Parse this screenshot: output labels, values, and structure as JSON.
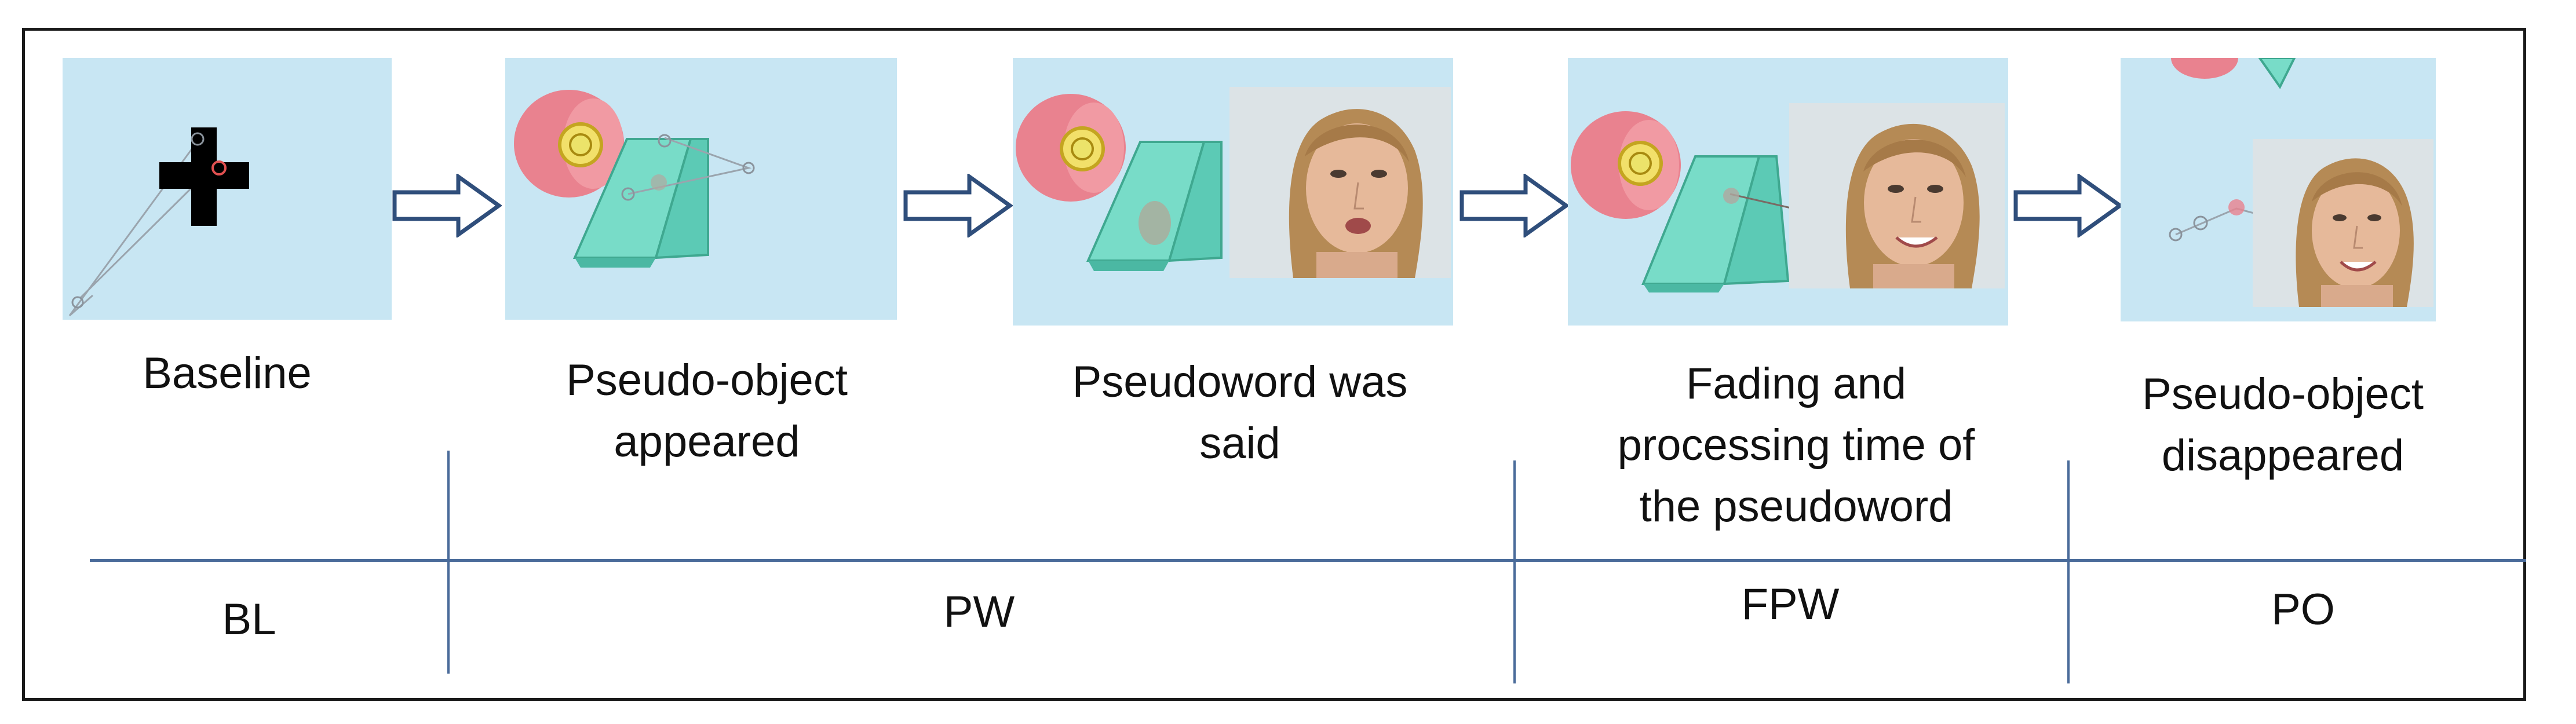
{
  "stages": [
    {
      "label": "Baseline"
    },
    {
      "label": "Pseudo-object\nappeared"
    },
    {
      "label": "Pseudoword was\nsaid"
    },
    {
      "label": "Fading and\nprocessing time of\nthe pseudoword"
    },
    {
      "label": "Pseudo-object\ndisappeared"
    }
  ],
  "phases": [
    {
      "label": "BL"
    },
    {
      "label": "PW"
    },
    {
      "label": "FPW"
    },
    {
      "label": "PO"
    }
  ],
  "colors": {
    "panel_background": "#c8e6f3",
    "axis_line": "#4a6b9a",
    "object_teal": "#6fd9c4",
    "object_pink": "#e9828f",
    "fixation_cross": "#000000"
  },
  "icons": {
    "stage_arrow": "hollow-right-arrow-icon",
    "fixation": "fixation-cross-icon",
    "pseudo_object": "pseudo-object-icon",
    "speaker": "speaker-face-icon"
  }
}
